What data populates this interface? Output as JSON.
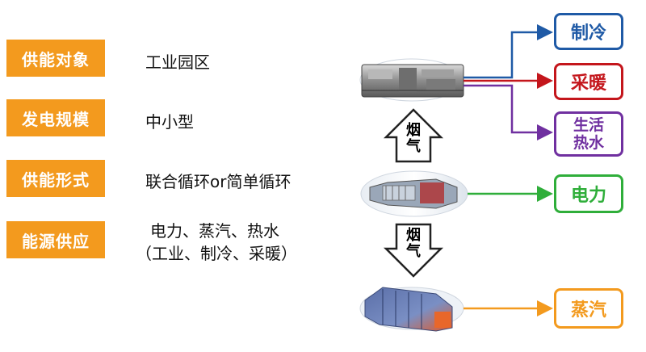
{
  "rows": [
    {
      "label": "供能对象",
      "value": "工业园区"
    },
    {
      "label": "发电规模",
      "value": "中小型"
    },
    {
      "label": "供能形式",
      "value": "联合循环or简单循环"
    },
    {
      "label": "能源供应",
      "value_line1": "电力、蒸汽、热水",
      "value_line2": "（工业、制冷、采暖）"
    }
  ],
  "outputs": {
    "cooling": {
      "label": "制冷",
      "color": "#1f5aa6"
    },
    "heating": {
      "label": "采暖",
      "color": "#c4161c"
    },
    "hotwater": {
      "label_line1": "生活",
      "label_line2": "热水",
      "color": "#7030a0"
    },
    "power": {
      "label": "电力",
      "color": "#2fae3a"
    },
    "steam": {
      "label": "蒸汽",
      "color": "#f39a1e"
    }
  },
  "flow_labels": {
    "up_line1": "烟",
    "up_line2": "气",
    "down_line1": "烟",
    "down_line2": "气"
  },
  "colors": {
    "label_bg": "#f39a1e"
  },
  "icons": [
    "absorption-chiller-image",
    "gas-turbine-image",
    "heat-recovery-boiler-image"
  ]
}
